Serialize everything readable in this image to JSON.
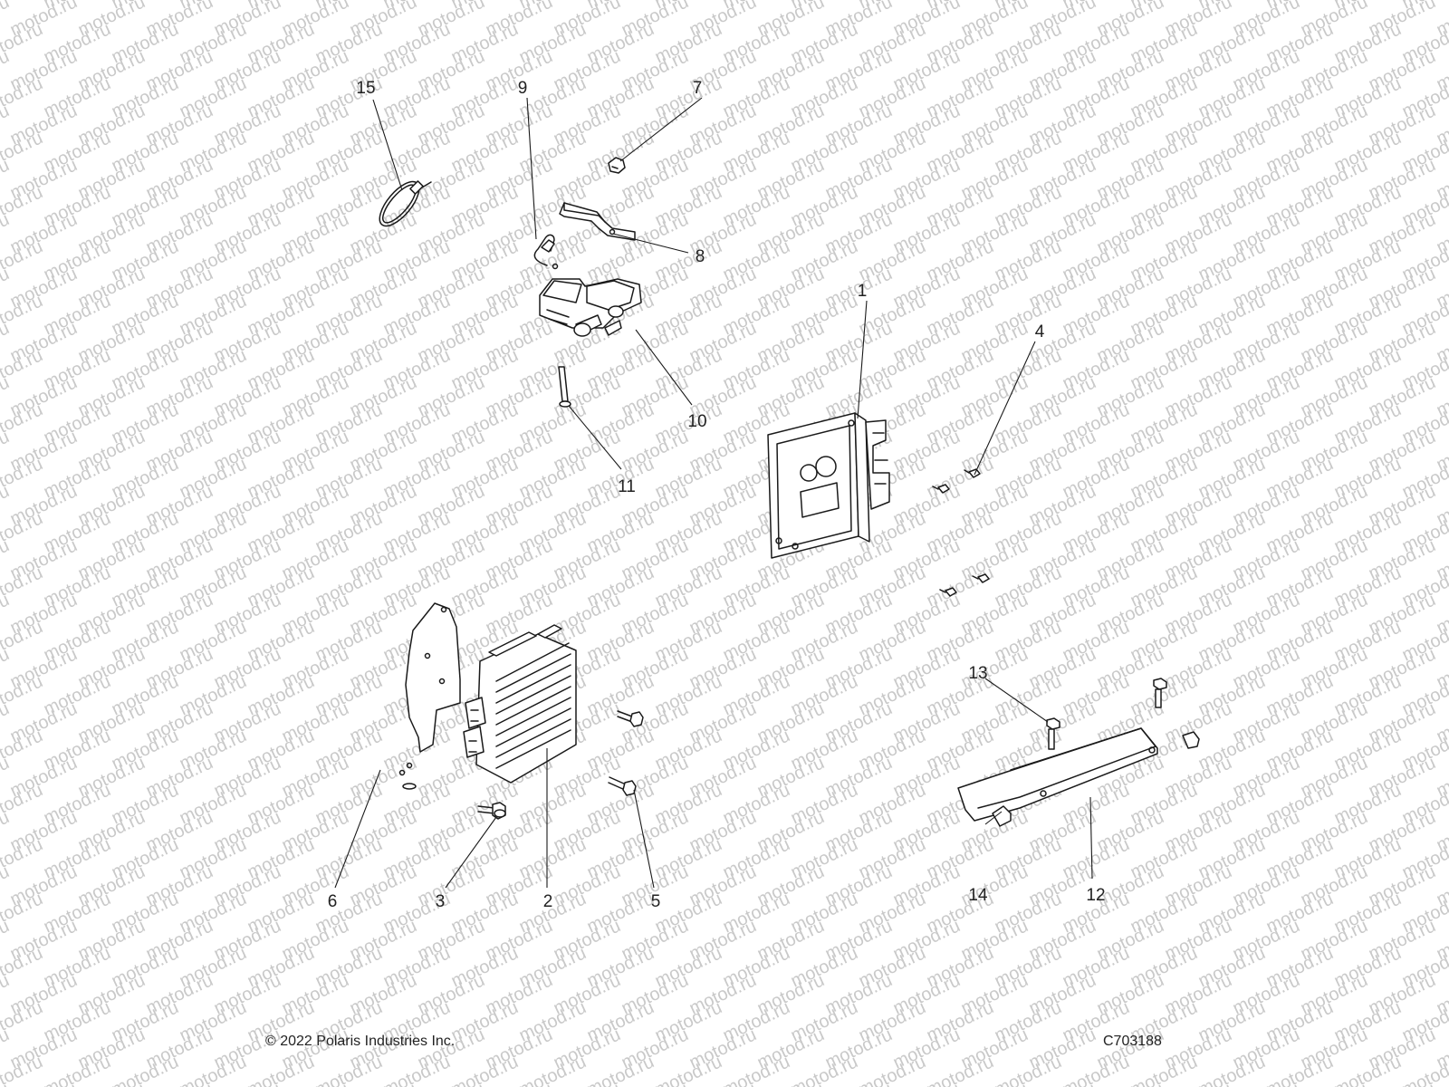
{
  "watermark": {
    "text": "motod.ru",
    "color": "#c9c9c9"
  },
  "callouts": [
    {
      "id": "1",
      "text": "1"
    },
    {
      "id": "2",
      "text": "2"
    },
    {
      "id": "3",
      "text": "3"
    },
    {
      "id": "4",
      "text": "4"
    },
    {
      "id": "5",
      "text": "5"
    },
    {
      "id": "6",
      "text": "6"
    },
    {
      "id": "7",
      "text": "7"
    },
    {
      "id": "8",
      "text": "8"
    },
    {
      "id": "9",
      "text": "9"
    },
    {
      "id": "10",
      "text": "10"
    },
    {
      "id": "11",
      "text": "11"
    },
    {
      "id": "12",
      "text": "12"
    },
    {
      "id": "13",
      "text": "13"
    },
    {
      "id": "14",
      "text": "14"
    },
    {
      "id": "15",
      "text": "15"
    }
  ],
  "footer": {
    "copyright": "© 2022 Polaris Industries Inc.",
    "diagram_code": "C703188"
  }
}
